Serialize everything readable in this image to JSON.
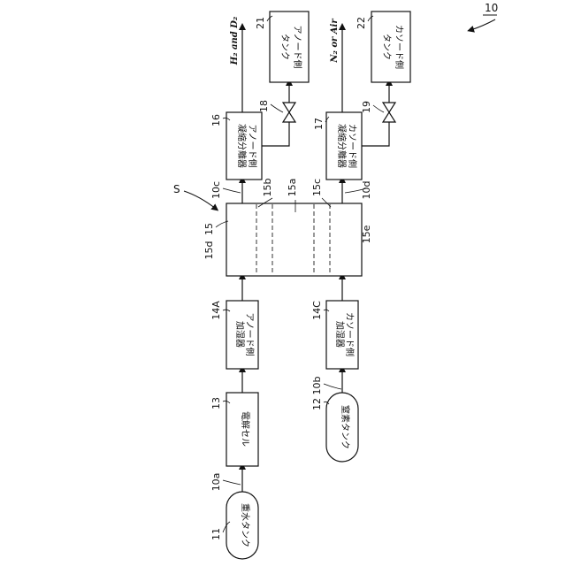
{
  "figure": {
    "ref_number": "10",
    "stack_label": "S"
  },
  "components": {
    "heavy_water_tank": {
      "ref": "11",
      "label": "重水タンク"
    },
    "electrolysis_cell": {
      "ref": "13",
      "label": "電解セル"
    },
    "nitrogen_tank": {
      "ref": "12",
      "label": "窒素タンク"
    },
    "anode_humidifier": {
      "ref": "14A",
      "line1": "アノード側",
      "line2": "加湿器"
    },
    "cathode_humidifier": {
      "ref": "14C",
      "line1": "カソード側",
      "line2": "加湿器"
    },
    "stack": {
      "ref": "15"
    },
    "anode_separator": {
      "ref": "16",
      "line1": "アノード側",
      "line2": "凝縮分離器"
    },
    "cathode_separator": {
      "ref": "17",
      "line1": "カソード側",
      "line2": "凝縮分離器"
    },
    "anode_tank": {
      "ref": "21",
      "line1": "アノード側",
      "line2": "タンク"
    },
    "cathode_tank": {
      "ref": "22",
      "line1": "カソード側",
      "line2": "タンク"
    },
    "anode_valve": {
      "ref": "18"
    },
    "cathode_valve": {
      "ref": "19"
    }
  },
  "ports": {
    "p10a": "10a",
    "p10b": "10b",
    "p10c": "10c",
    "p10d": "10d"
  },
  "stack_regions": {
    "r15a": "15a",
    "r15b": "15b",
    "r15c": "15c",
    "r15d": "15d",
    "r15e": "15e"
  },
  "outputs": {
    "anode": "H₂ and D₂",
    "cathode": "N₂ or Air"
  }
}
